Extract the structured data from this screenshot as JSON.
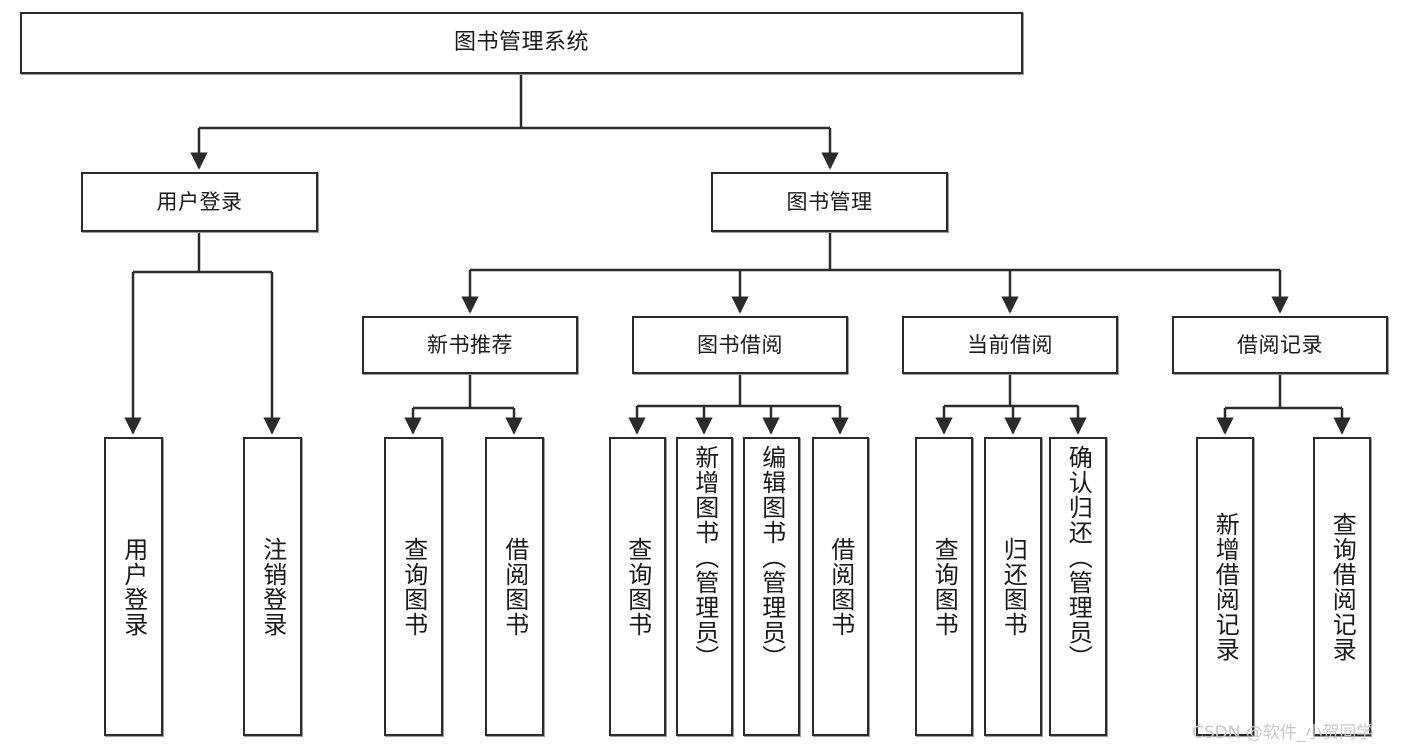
{
  "diagram": {
    "title": "图书管理系统",
    "type": "tree-hierarchy",
    "watermark": "CSDN @软件_小贺同学",
    "colors": {
      "background": "#ffffff",
      "node_border": "#2b2b2b",
      "node_fill": "#ffffff",
      "edge": "#2b2b2b",
      "text": "#1a1a1a",
      "watermark": "#c9c9c9"
    },
    "levels": [
      {
        "level": 1,
        "nodes": [
          {
            "id": "root",
            "label": "图书管理系统",
            "orientation": "horizontal"
          }
        ]
      },
      {
        "level": 2,
        "nodes": [
          {
            "id": "user-login",
            "label": "用户登录",
            "orientation": "horizontal",
            "parent": "root"
          },
          {
            "id": "book-manage",
            "label": "图书管理",
            "orientation": "horizontal",
            "parent": "root"
          }
        ]
      },
      {
        "level": 3,
        "nodes": [
          {
            "id": "new-book-rec",
            "label": "新书推荐",
            "orientation": "horizontal",
            "parent": "book-manage"
          },
          {
            "id": "book-borrow",
            "label": "图书借阅",
            "orientation": "horizontal",
            "parent": "book-manage"
          },
          {
            "id": "current-borrow",
            "label": "当前借阅",
            "orientation": "horizontal",
            "parent": "book-manage"
          },
          {
            "id": "borrow-record",
            "label": "借阅记录",
            "orientation": "horizontal",
            "parent": "book-manage"
          }
        ]
      },
      {
        "level": 4,
        "nodes": [
          {
            "id": "leaf-1",
            "label": "用户登录",
            "orientation": "vertical",
            "parent": "user-login"
          },
          {
            "id": "leaf-2",
            "label": "注销登录",
            "orientation": "vertical",
            "parent": "user-login"
          },
          {
            "id": "leaf-3",
            "label": "查询图书",
            "orientation": "vertical",
            "parent": "new-book-rec"
          },
          {
            "id": "leaf-4",
            "label": "借阅图书",
            "orientation": "vertical",
            "parent": "new-book-rec"
          },
          {
            "id": "leaf-5",
            "label": "查询图书",
            "orientation": "vertical",
            "parent": "book-borrow"
          },
          {
            "id": "leaf-6",
            "label": "新增图书（管理员）",
            "orientation": "vertical",
            "parent": "book-borrow"
          },
          {
            "id": "leaf-7",
            "label": "编辑图书（管理员）",
            "orientation": "vertical",
            "parent": "book-borrow"
          },
          {
            "id": "leaf-8",
            "label": "借阅图书",
            "orientation": "vertical",
            "parent": "book-borrow"
          },
          {
            "id": "leaf-9",
            "label": "查询图书",
            "orientation": "vertical",
            "parent": "current-borrow"
          },
          {
            "id": "leaf-10",
            "label": "归还图书",
            "orientation": "vertical",
            "parent": "current-borrow"
          },
          {
            "id": "leaf-11",
            "label": "确认归还（管理员）",
            "orientation": "vertical",
            "parent": "current-borrow"
          },
          {
            "id": "leaf-12",
            "label": "新增借阅记录",
            "orientation": "vertical",
            "parent": "borrow-record"
          },
          {
            "id": "leaf-13",
            "label": "查询借阅记录",
            "orientation": "vertical",
            "parent": "borrow-record"
          }
        ]
      }
    ]
  }
}
